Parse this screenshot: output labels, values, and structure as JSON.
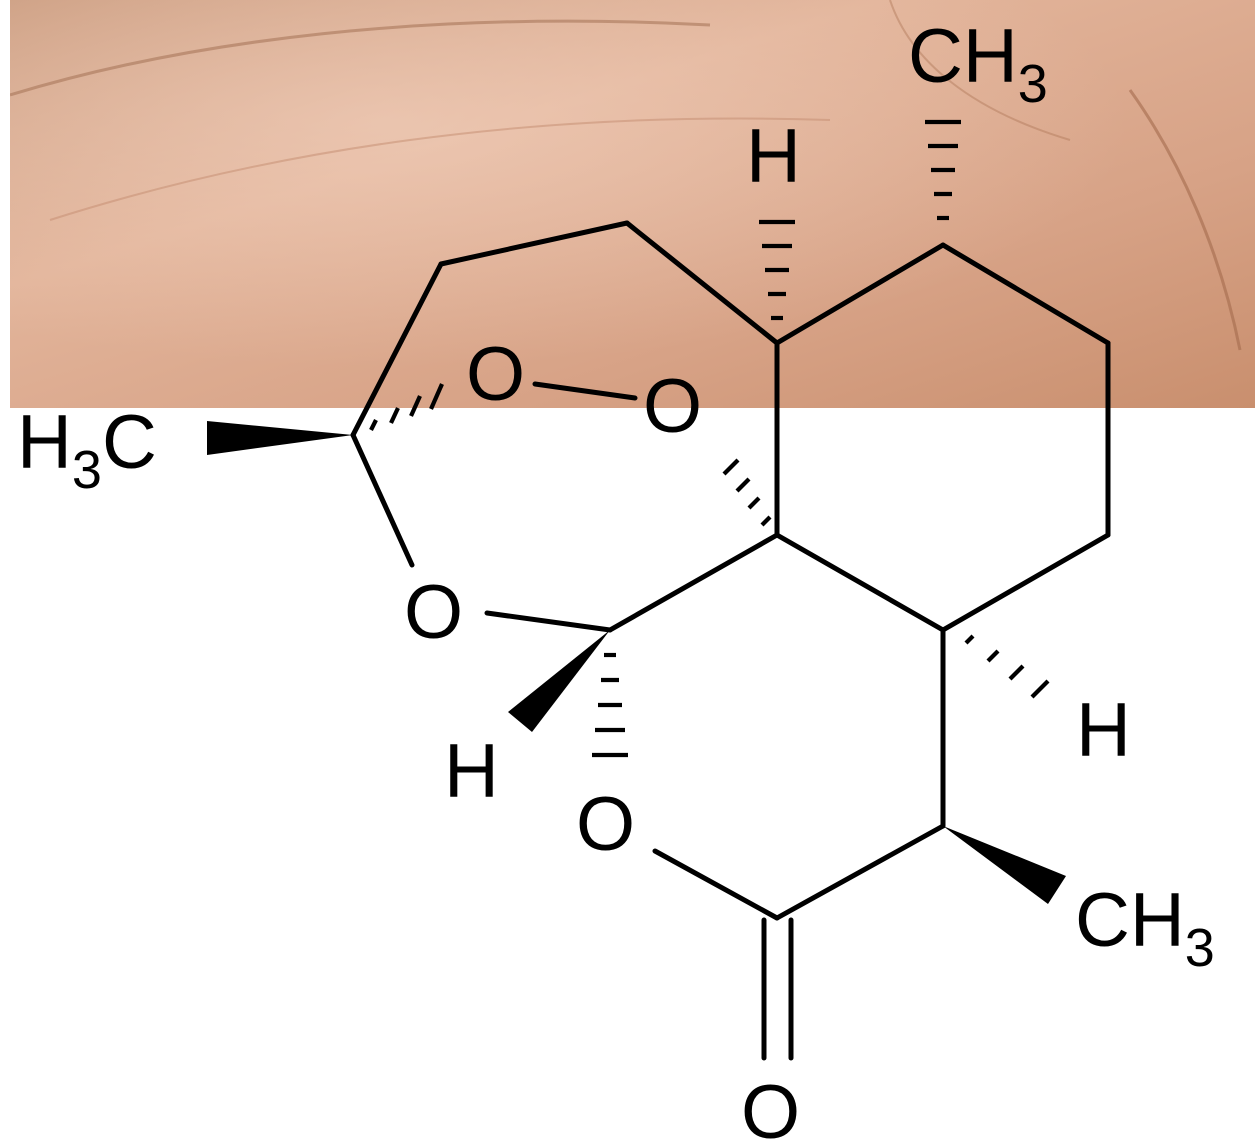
{
  "molecule": {
    "labels": {
      "ch3_top": {
        "main": "CH",
        "sub": "3"
      },
      "h_top": {
        "main": "H"
      },
      "h3c_left": {
        "pre": "H",
        "sub": "3",
        "post": "C"
      },
      "o_peroxide_left": {
        "main": "O"
      },
      "o_peroxide_right": {
        "main": "O"
      },
      "o_ether": {
        "main": "O"
      },
      "h_lower_left": {
        "main": "H"
      },
      "h_right": {
        "main": "H"
      },
      "o_lactone": {
        "main": "O"
      },
      "ch3_right": {
        "main": "CH",
        "sub": "3"
      },
      "o_carbonyl": {
        "main": "O"
      }
    }
  },
  "colors": {
    "bond": "#000000",
    "background": "#ffffff",
    "skin_base": "#d9a88a"
  }
}
